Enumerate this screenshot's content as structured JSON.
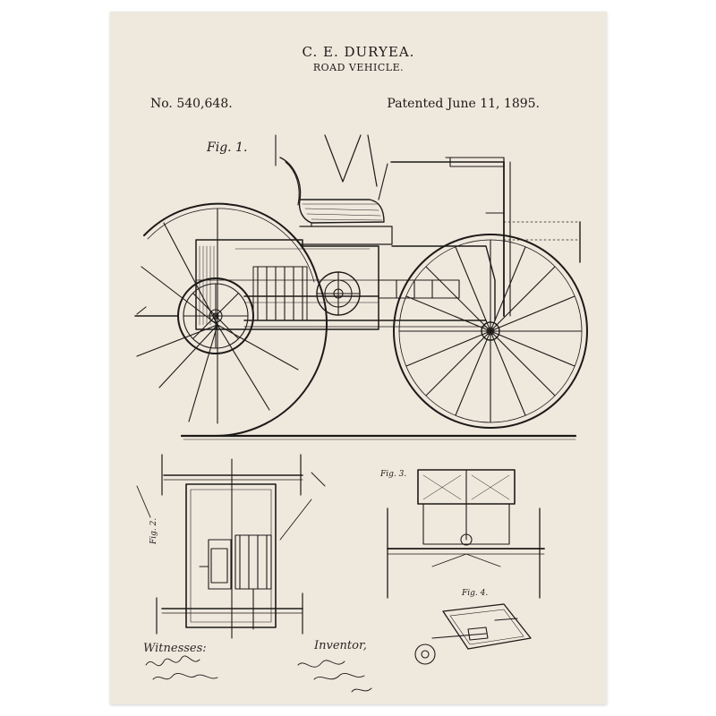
{
  "patent": {
    "inventor_name": "C. E. DURYEA.",
    "title": "ROAD VEHICLE.",
    "number": "No. 540,648.",
    "date": "Patented June 11, 1895."
  },
  "figures": {
    "fig1": "Fig. 1.",
    "fig2": "Fig. 2.",
    "fig3": "Fig. 3.",
    "fig4": "Fig. 4."
  },
  "signatures": {
    "witnesses_label": "Witnesses:",
    "inventor_label": "Inventor,"
  },
  "colors": {
    "paper": "#efe8dd",
    "ink": "#1c1a18"
  }
}
